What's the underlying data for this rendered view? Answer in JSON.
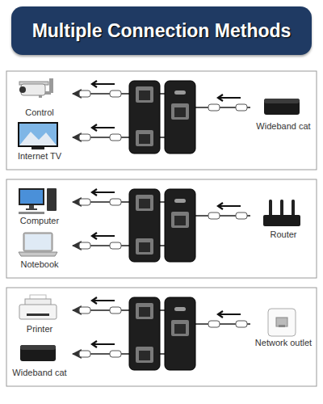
{
  "diagram": {
    "title": "Multiple Connection Methods",
    "nodes": [
      {
        "text": [
          "Control"
        ]
      },
      {
        "text": [
          "Internet TV"
        ]
      },
      {
        "text": [
          "Wideband cat"
        ]
      },
      {
        "text": [
          "Computer"
        ]
      },
      {
        "text": [
          "Notebook"
        ]
      },
      {
        "text": [
          "Router"
        ]
      },
      {
        "text": [
          "Printer"
        ]
      },
      {
        "text": [
          "Wideband cat"
        ]
      },
      {
        "text": [
          "Network outlet"
        ]
      }
    ],
    "edges": [
      {
        "from": 2,
        "to": 0,
        "arrow": "to"
      },
      {
        "from": 2,
        "to": 1,
        "arrow": "to"
      },
      {
        "from": 5,
        "to": 3,
        "arrow": "to"
      },
      {
        "from": 5,
        "to": 4,
        "arrow": "to"
      },
      {
        "from": 8,
        "to": 6,
        "arrow": "to"
      },
      {
        "from": 8,
        "to": 7,
        "arrow": "to"
      }
    ]
  }
}
